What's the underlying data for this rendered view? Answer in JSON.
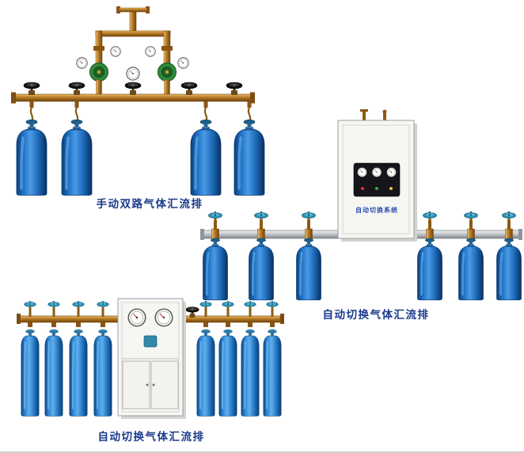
{
  "page": {
    "background": "#ffffff",
    "bottom_rule_color": "#cfcfcf"
  },
  "colors": {
    "caption_text": "#1a3a8c",
    "cylinder_blue": "#1c6cc0",
    "cylinder_light_blue": "#4a9ae6",
    "brass_pipe": "#c08430",
    "silver_pipe": "#c3c8cd",
    "handwheel_teal": "#2e93b4",
    "handwheel_black": "#111111",
    "regulator_green": "#2f8a3a",
    "cabinet_white": "#f6f6f3"
  },
  "products": [
    {
      "caption": "手动双路气体汇流排",
      "cylinder_count": 4
    },
    {
      "caption": "自动切换气体汇流排",
      "cylinder_count": 6,
      "cabinet_label": "自动切换系统"
    },
    {
      "caption": "自动切换气体汇流排",
      "cylinder_count": 8
    }
  ]
}
